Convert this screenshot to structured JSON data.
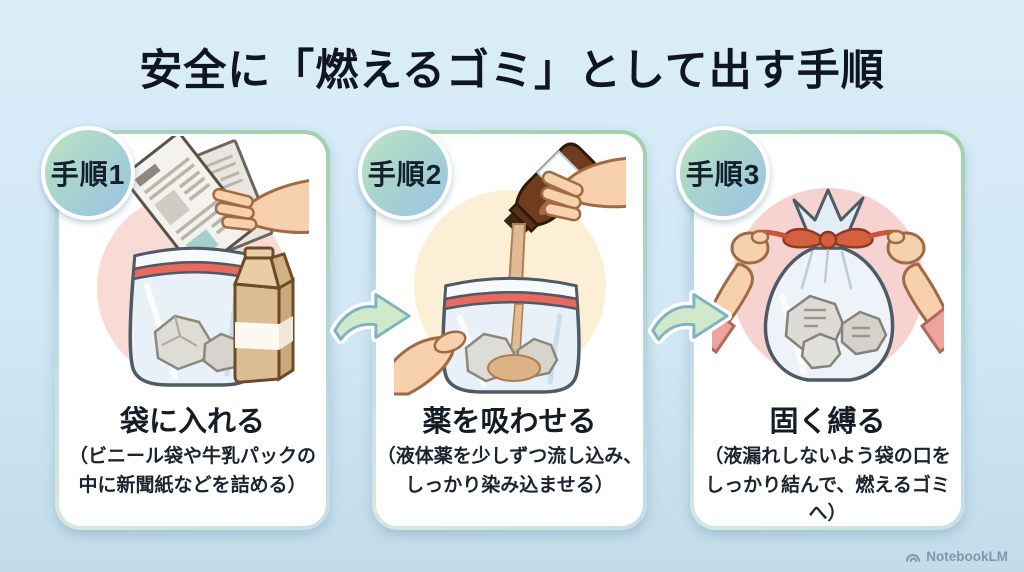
{
  "title": "安全に「燃えるゴミ」として出す手順",
  "steps": [
    {
      "badge": "手順1",
      "heading": "袋に入れる",
      "desc_line1": "（ビニール袋や牛乳パックの",
      "desc_line2": "中に新聞紙などを詰める）",
      "illustration": "newspaper-into-zip-bag-with-milk-carton"
    },
    {
      "badge": "手順2",
      "heading": "薬を吸わせる",
      "desc_line1": "（液体薬を少しずつ流し込み、",
      "desc_line2": "しっかり染み込ませる）",
      "illustration": "pour-liquid-medicine-bottle-into-bag"
    },
    {
      "badge": "手順3",
      "heading": "固く縛る",
      "desc_line1": "（液漏れしないよう袋の口を",
      "desc_line2": "しっかり結んで、燃えるゴミへ）",
      "illustration": "hands-tying-bag-with-red-string"
    }
  ],
  "arrows": [
    "next-step-arrow",
    "next-step-arrow"
  ],
  "footer": {
    "brand": "NotebookLM"
  },
  "colors": {
    "background_top": "#daeef9",
    "background_bottom": "#c2dcea",
    "card_border_green": "#9fd2a7",
    "card_border_blue": "#bcd9ea",
    "badge_gradient_green": "#bfe5c4",
    "badge_gradient_blue": "#9cc3e5",
    "arrow_fill": "#cfe9ca",
    "arrow_stroke": "#7db3c5",
    "step1_circle": "#f8dbd4",
    "step2_circle": "#fbf0d5",
    "step3_circle": "#f6d3d0",
    "zip_red": "#e9695f",
    "string_red": "#d5603f",
    "text": "#10161f",
    "footer_text": "#7e99ab"
  }
}
